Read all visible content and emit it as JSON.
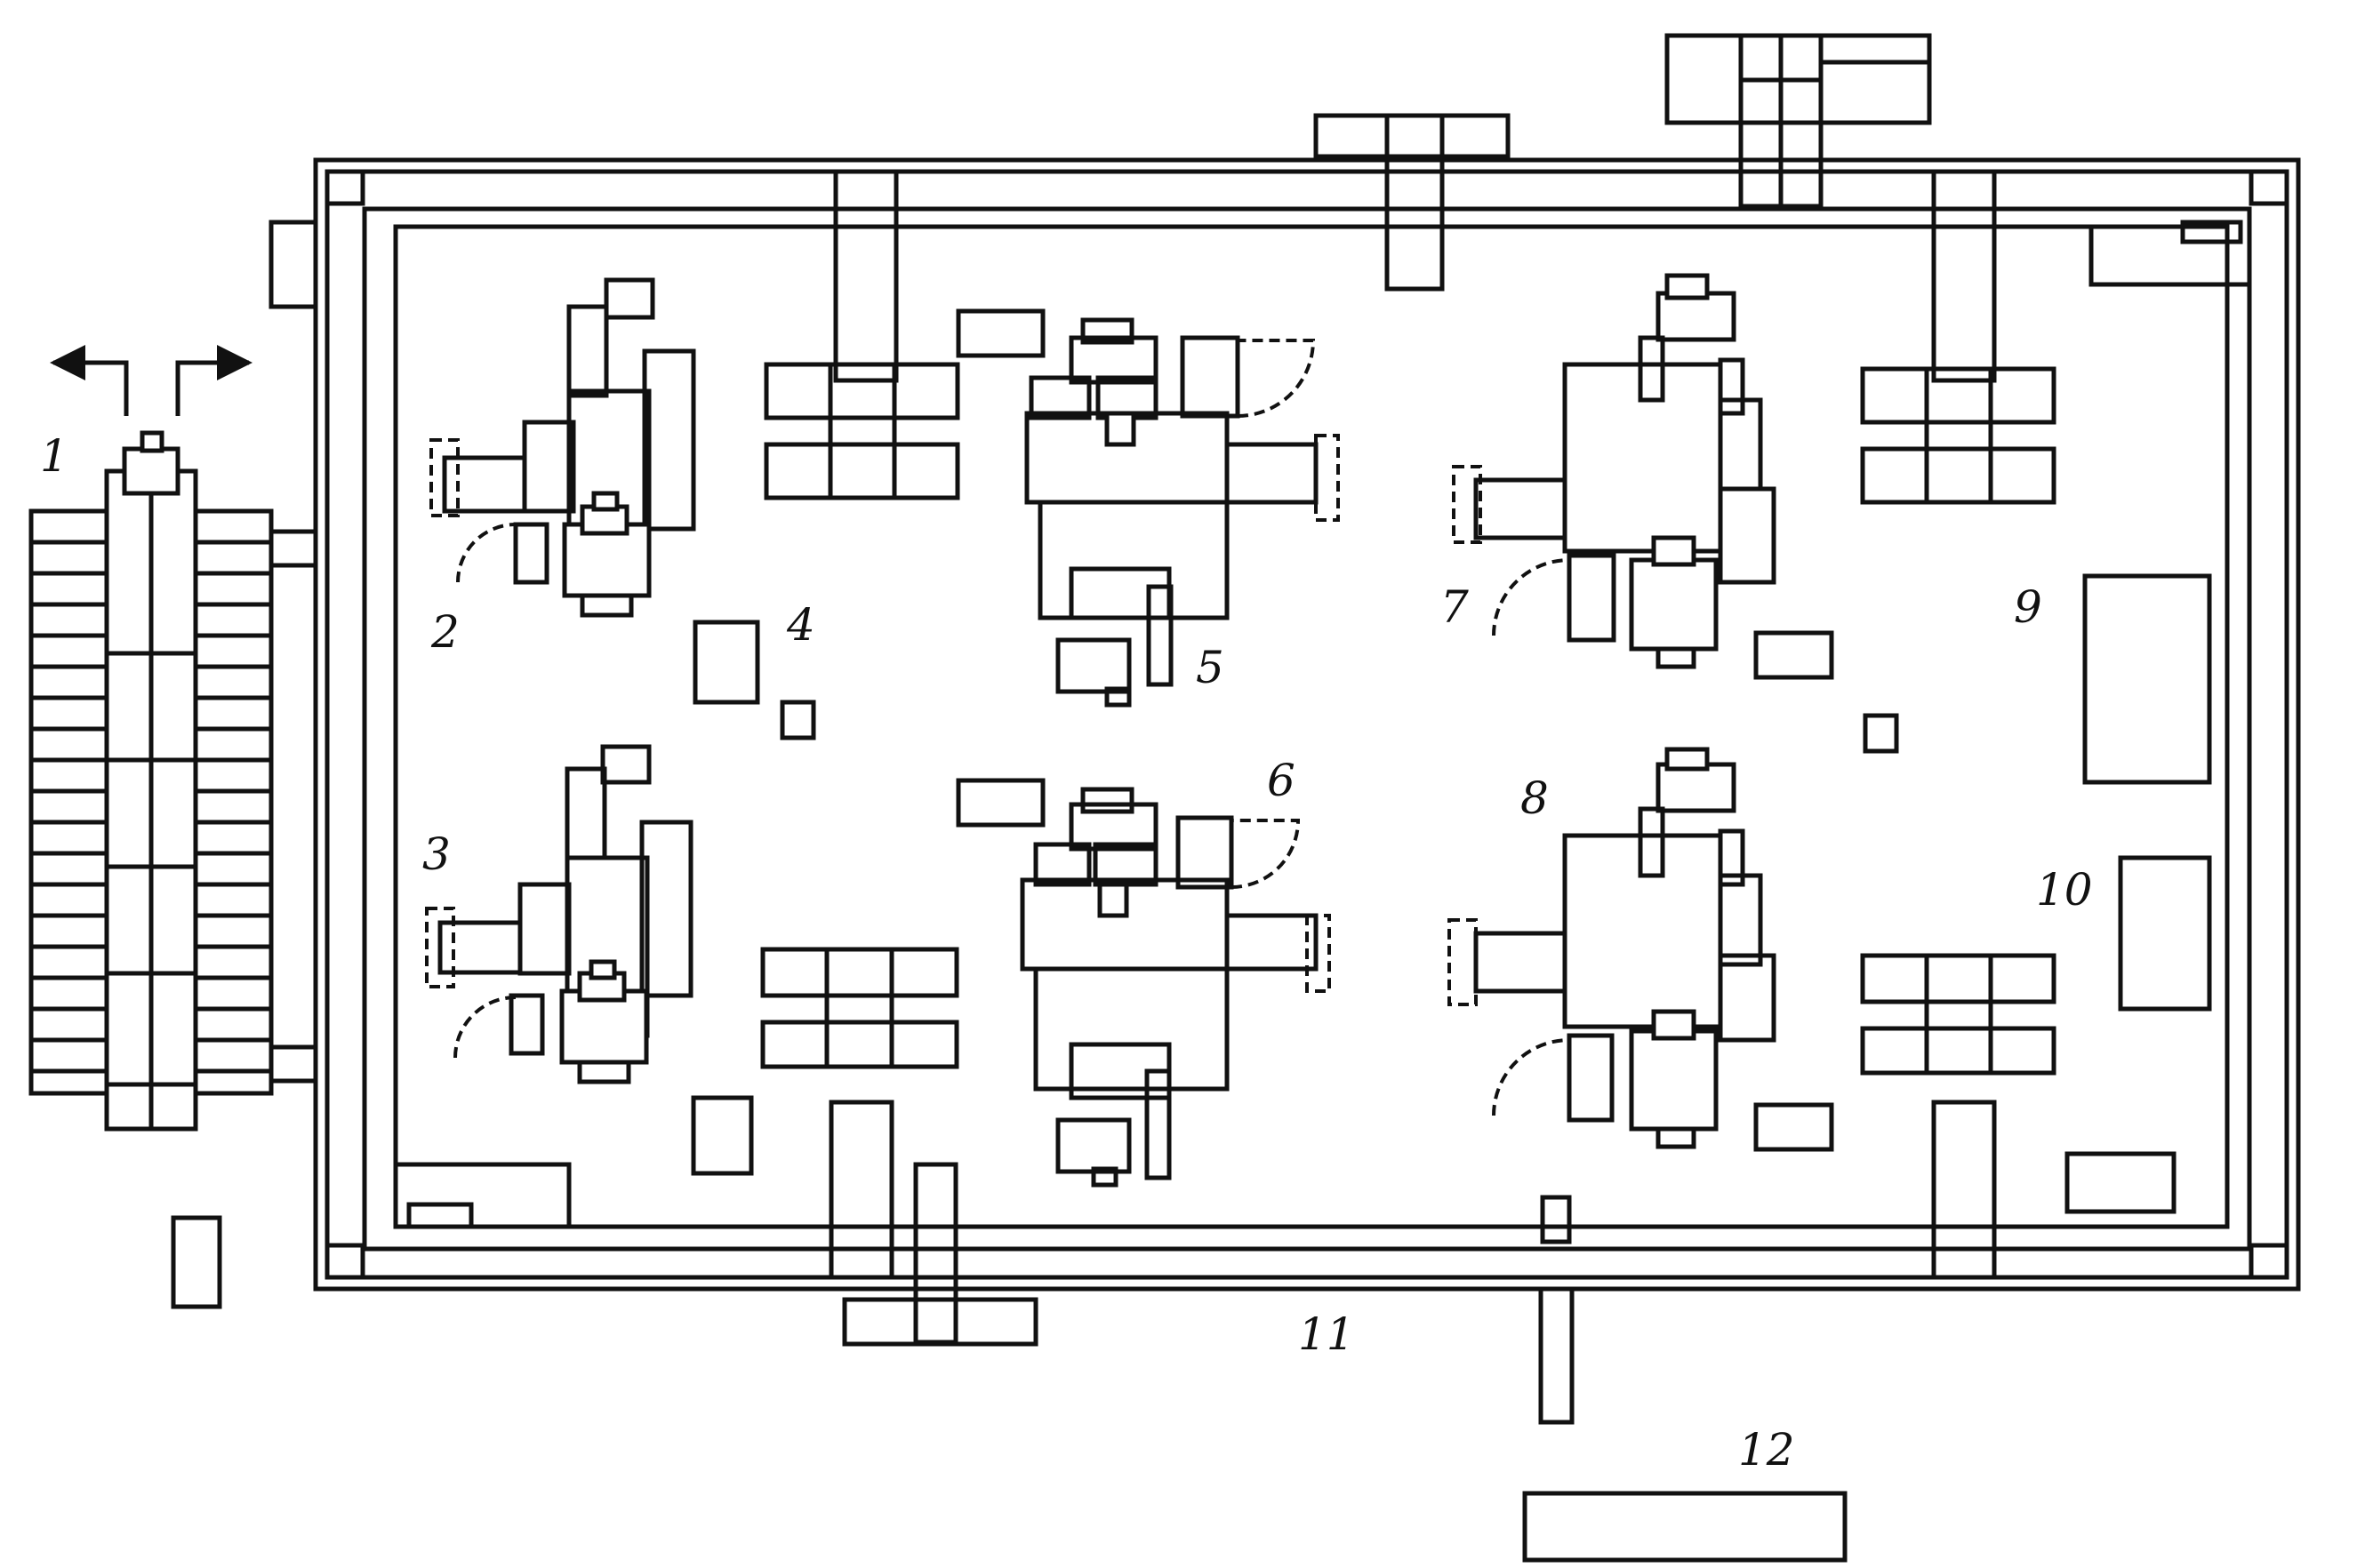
{
  "colors": {
    "line": "#111111",
    "background": "#ffffff"
  },
  "callouts": [
    "1",
    "2",
    "3",
    "4",
    "5",
    "6",
    "7",
    "8",
    "9",
    "10",
    "11",
    "12"
  ],
  "icons": {
    "direction_arrows": "double-arrow-left-right"
  }
}
